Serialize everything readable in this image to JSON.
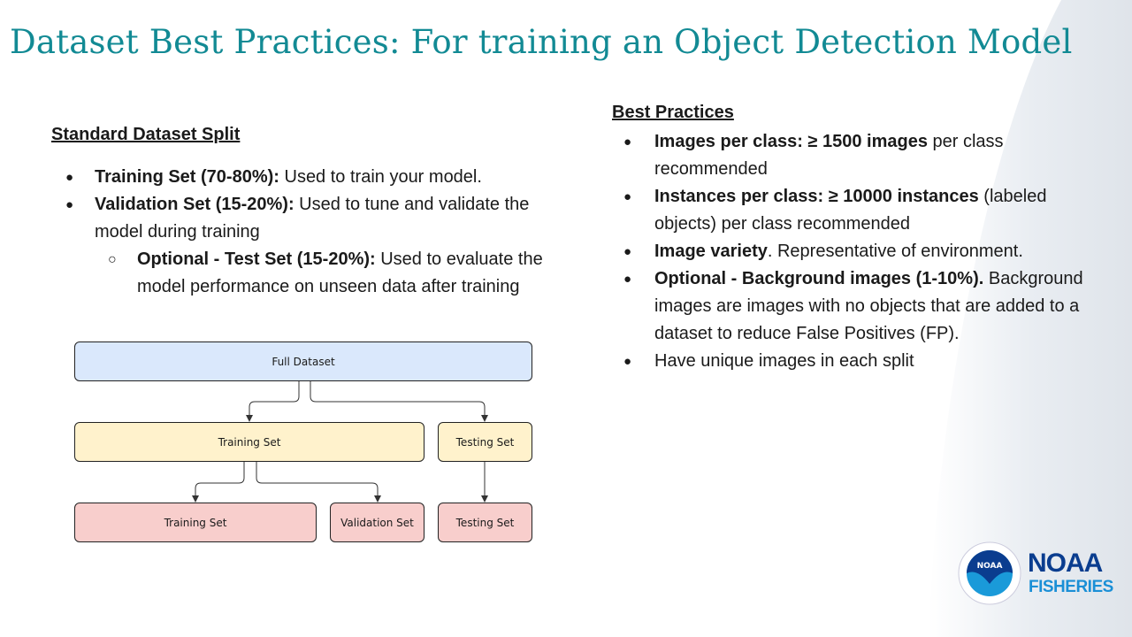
{
  "title": "Dataset Best Practices: For training an Object Detection Model",
  "left": {
    "heading": "Standard Dataset Split",
    "items": [
      {
        "bold": "Training Set (70-80%):",
        "text": " Used to train your model."
      },
      {
        "bold": "Validation Set (15-20%):",
        "text": " Used to tune and validate the model during training"
      },
      {
        "bold": "Optional - Test Set (15-20%):",
        "text": " Used to evaluate the model performance on unseen data after training"
      }
    ]
  },
  "diagram": {
    "full": "Full Dataset",
    "training": "Training Set",
    "testing": "Testing Set",
    "training2": "Training Set",
    "validation": "Validation Set",
    "testing2": "Testing Set"
  },
  "right": {
    "heading": "Best Practices",
    "items": [
      {
        "bold": "Images per class: ≥ 1500 images",
        "text": " per class recommended"
      },
      {
        "bold": "Instances per class: ≥ 10000 instances",
        "text": " (labeled objects) per class recommended"
      },
      {
        "bold": "Image variety",
        "text": ". Representative of environment."
      },
      {
        "bold": "Optional - Background images (1-10%).",
        "text": " Background images are images with no objects that are added to a dataset to reduce False Positives (FP)."
      },
      {
        "bold": "",
        "text": "Have unique images in each split"
      }
    ]
  },
  "logo": {
    "seal": "NOAA",
    "line1": "NOAA",
    "line2": "FISHERIES"
  }
}
